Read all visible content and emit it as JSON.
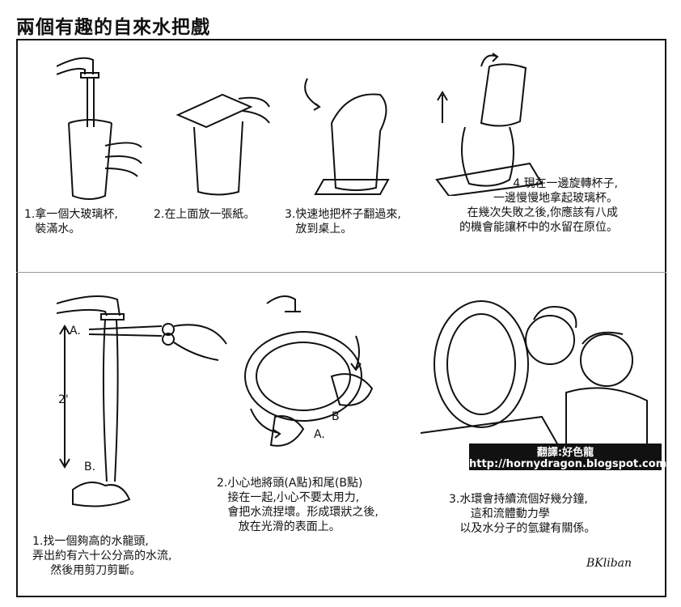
{
  "title": "兩個有趣的自來水把戲",
  "trick1": {
    "steps": [
      "1.拿一個大玻璃杯,\n   裝滿水。",
      "2.在上面放一張紙。",
      "3.快速地把杯子翻過來,\n   放到桌上。",
      "4.現在一邊旋轉杯子,\n一邊慢慢地拿起玻璃杯。\n在幾次失敗之後,你應該有八成\n的機會能讓杯中的水留在原位。"
    ]
  },
  "trick2": {
    "labels": {
      "point_a": "A.",
      "height": "2'",
      "point_b": "B.",
      "ring_a": "A.",
      "ring_b": "B"
    },
    "steps": [
      "1.找一個夠高的水龍頭,\n弄出約有六十公分高的水流,\n     然後用剪刀剪斷。",
      "2.小心地將頭(A點)和尾(B點)\n   接在一起,小心不要太用力,\n   會把水流捏壞。形成環狀之後,\n      放在光滑的表面上。",
      "3.水環會持續流個好幾分鐘,\n      這和流體動力學\n   以及水分子的氫鍵有關係。"
    ]
  },
  "credit": {
    "translator": "翻譯:好色龍",
    "url": "http://hornydragon.blogspot.com"
  },
  "signature": "BKliban"
}
